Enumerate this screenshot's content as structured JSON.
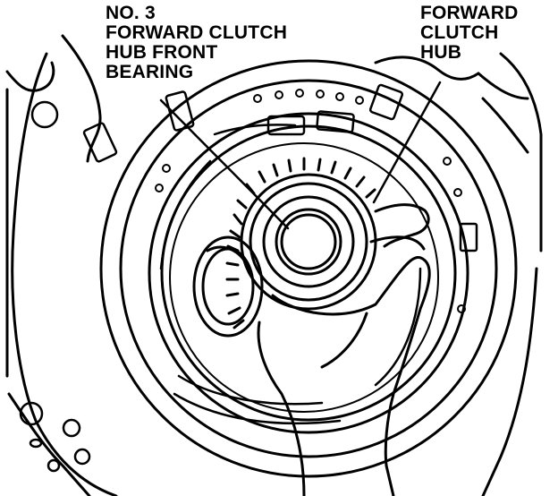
{
  "callouts": {
    "left": {
      "lines": [
        "NO. 3",
        "FORWARD CLUTCH",
        "HUB FRONT",
        "BEARING"
      ]
    },
    "right": {
      "lines": [
        "FORWARD",
        "CLUTCH",
        "HUB"
      ]
    }
  },
  "colors": {
    "ink": "#000000",
    "paper": "#ffffff"
  }
}
